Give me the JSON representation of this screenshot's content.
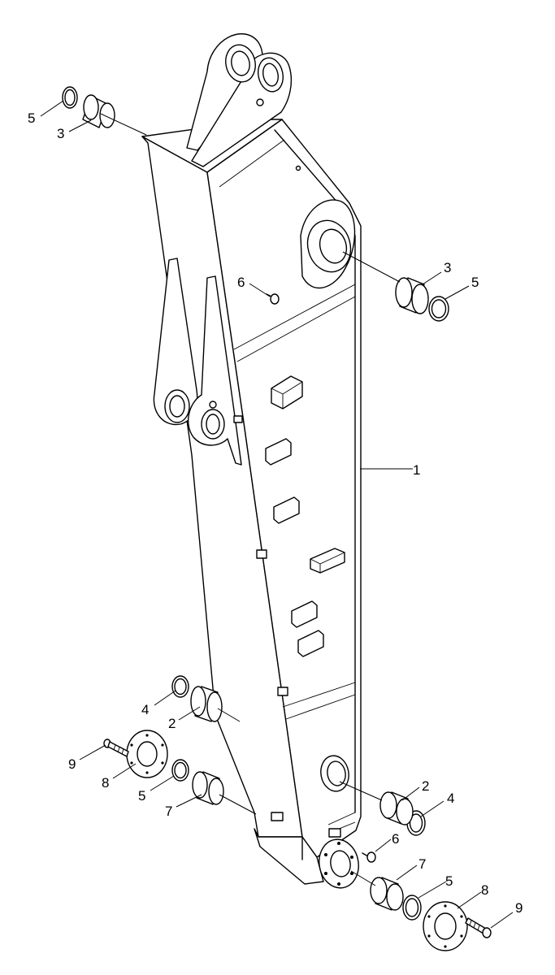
{
  "diagram": {
    "labels": {
      "part_1": "1",
      "part_2_a": "2",
      "part_2_b": "2",
      "part_3_a": "3",
      "part_3_b": "3",
      "part_4_a": "4",
      "part_4_b": "4",
      "part_5_a": "5",
      "part_5_b": "5",
      "part_5_c": "5",
      "part_5_d": "5",
      "part_6_a": "6",
      "part_6_b": "6",
      "part_7_a": "7",
      "part_7_b": "7",
      "part_8_a": "8",
      "part_8_b": "8",
      "part_9_a": "9",
      "part_9_b": "9"
    },
    "colors": {
      "line": "#000000",
      "background": "#ffffff"
    }
  }
}
